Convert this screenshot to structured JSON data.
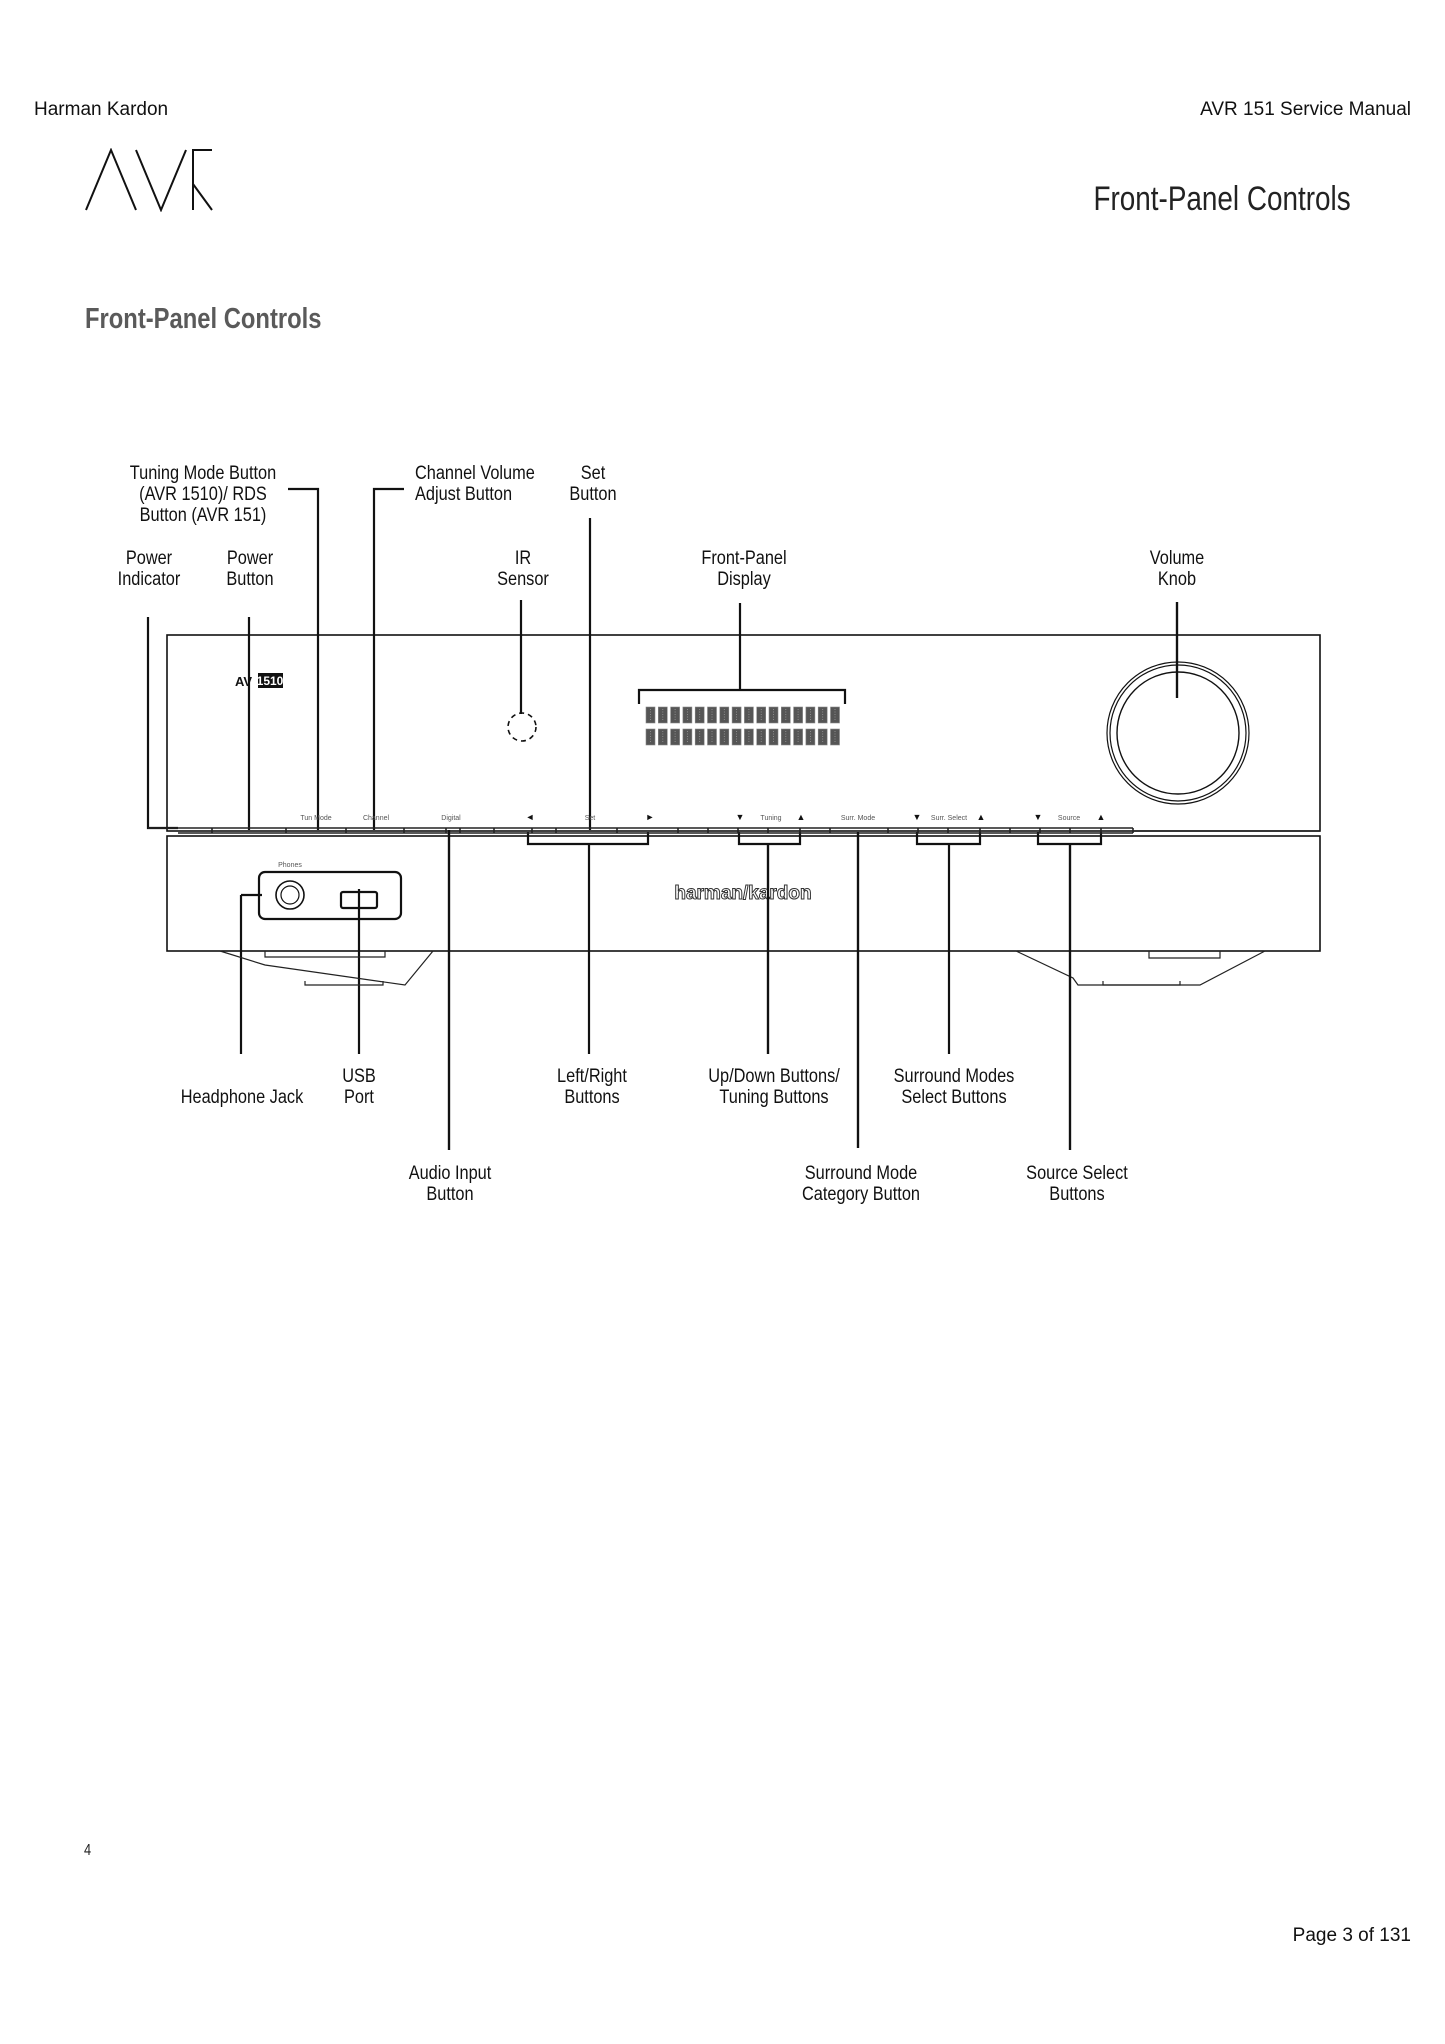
{
  "header": {
    "brand": "Harman Kardon",
    "manual_title": "AVR 151 Service Manual",
    "logo_text": "AVR",
    "section_title": "Front-Panel Controls"
  },
  "page": {
    "heading": "Front-Panel Controls",
    "page_number": "4",
    "page_count": "Page 3 of 131"
  },
  "diagram": {
    "callouts_top": [
      {
        "id": "tuning-mode-button",
        "lines": [
          "Tuning Mode Button",
          "(AVR 1510)/ RDS",
          "Button (AVR 151)"
        ]
      },
      {
        "id": "channel-volume-adjust-button",
        "lines": [
          "Channel Volume",
          "Adjust Button"
        ]
      },
      {
        "id": "set-button",
        "lines": [
          "Set",
          "Button"
        ]
      },
      {
        "id": "power-indicator",
        "lines": [
          "Power",
          "Indicator"
        ]
      },
      {
        "id": "power-button",
        "lines": [
          "Power",
          "Button"
        ]
      },
      {
        "id": "ir-sensor",
        "lines": [
          "IR",
          "Sensor"
        ]
      },
      {
        "id": "front-panel-display",
        "lines": [
          "Front-Panel",
          "Display"
        ]
      },
      {
        "id": "volume-knob",
        "lines": [
          "Volume",
          "Knob"
        ]
      }
    ],
    "callouts_bottom": [
      {
        "id": "headphone-jack",
        "lines": [
          "Headphone Jack"
        ]
      },
      {
        "id": "usb-port",
        "lines": [
          "USB",
          "Port"
        ]
      },
      {
        "id": "left-right-buttons",
        "lines": [
          "Left/Right",
          "Buttons"
        ]
      },
      {
        "id": "up-down-tuning-buttons",
        "lines": [
          "Up/Down Buttons/",
          "Tuning Buttons"
        ]
      },
      {
        "id": "surround-modes-select-buttons",
        "lines": [
          "Surround Modes",
          "Select Buttons"
        ]
      },
      {
        "id": "audio-input-button",
        "lines": [
          "Audio Input",
          "Button"
        ]
      },
      {
        "id": "surround-mode-category-button",
        "lines": [
          "Surround Mode",
          "Category Button"
        ]
      },
      {
        "id": "source-select-buttons",
        "lines": [
          "Source Select",
          "Buttons"
        ]
      }
    ],
    "panel": {
      "model_badge_prefix": "AV",
      "model_badge": "1510",
      "brand_logo": "harman/kardon",
      "phones_label": "Phones",
      "display_chars_per_row": 16,
      "display_rows": 2,
      "button_labels": {
        "tun_mode": "Tun Mode",
        "channel": "Channel",
        "digital": "Digital",
        "left": "◄",
        "set": "Set",
        "right": "►",
        "tuning_down": "▼",
        "tuning": "Tuning",
        "tuning_up": "▲",
        "surr_mode": "Surr. Mode",
        "surr_select_down": "▼",
        "surr_select": "Surr. Select",
        "surr_select_up": "▲",
        "source_down": "▼",
        "source": "Source",
        "source_up": "▲"
      }
    }
  }
}
